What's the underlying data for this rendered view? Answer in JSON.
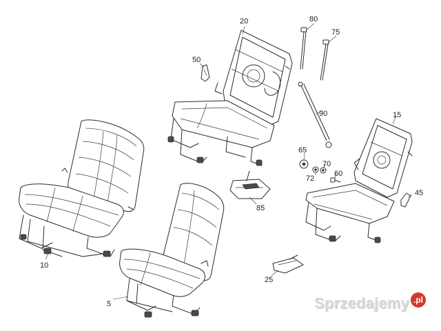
{
  "diagram": {
    "callouts": {
      "c5": "5",
      "c10": "10",
      "c15": "15",
      "c20": "20",
      "c25": "25",
      "c45": "45",
      "c50": "50",
      "c60": "60",
      "c65": "65",
      "c70": "70",
      "c72": "72",
      "c75": "75",
      "c80": "80",
      "c85": "85",
      "c90": "90"
    }
  },
  "watermark": {
    "text": "Sprzedajemy",
    "suffix": ".pl"
  }
}
